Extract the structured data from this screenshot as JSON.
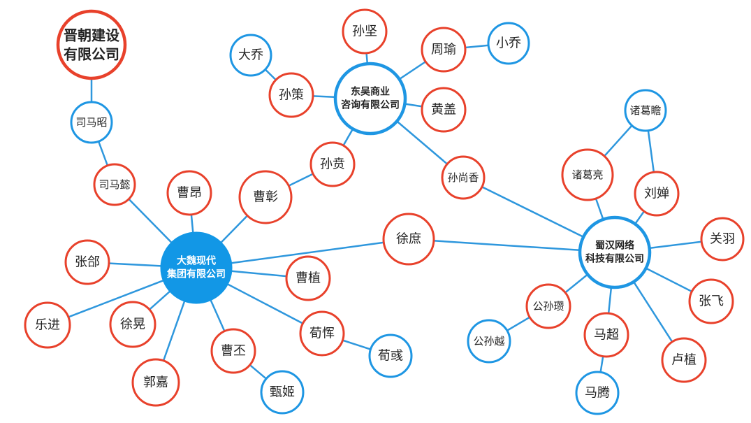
{
  "colors": {
    "red": "#E8412B",
    "blue": "#1E96E3",
    "edge": "#2E97DD",
    "hub_fill": "#1297E6",
    "text": "#222222",
    "hub_text": "#ffffff"
  },
  "nodes": [
    {
      "id": "jin",
      "lines": [
        "晋朝建设",
        "有限公司"
      ],
      "kind": "company-red"
    },
    {
      "id": "wei",
      "lines": [
        "大魏现代",
        "集团有限公司"
      ],
      "kind": "company-hub"
    },
    {
      "id": "wu",
      "lines": [
        "东吴商业",
        "咨询有限公司"
      ],
      "kind": "company-blue"
    },
    {
      "id": "shu",
      "lines": [
        "蜀汉网络",
        "科技有限公司"
      ],
      "kind": "company-blue"
    },
    {
      "id": "simazhao",
      "lines": [
        "司马昭"
      ],
      "kind": "blue"
    },
    {
      "id": "simayi",
      "lines": [
        "司马懿"
      ],
      "kind": "red"
    },
    {
      "id": "caoang",
      "lines": [
        "曹昂"
      ],
      "kind": "red"
    },
    {
      "id": "caozhang",
      "lines": [
        "曹彰"
      ],
      "kind": "red"
    },
    {
      "id": "sunben",
      "lines": [
        "孙贲"
      ],
      "kind": "red"
    },
    {
      "id": "zhanghe",
      "lines": [
        "张郃"
      ],
      "kind": "red"
    },
    {
      "id": "yuejin",
      "lines": [
        "乐进"
      ],
      "kind": "red"
    },
    {
      "id": "xuhuang",
      "lines": [
        "徐晃"
      ],
      "kind": "red"
    },
    {
      "id": "guojia",
      "lines": [
        "郭嘉"
      ],
      "kind": "red"
    },
    {
      "id": "caopi",
      "lines": [
        "曹丕"
      ],
      "kind": "red"
    },
    {
      "id": "zhenji",
      "lines": [
        "甄姬"
      ],
      "kind": "blue"
    },
    {
      "id": "caozhi",
      "lines": [
        "曹植"
      ],
      "kind": "red"
    },
    {
      "id": "xunyu",
      "lines": [
        "荀恽"
      ],
      "kind": "red"
    },
    {
      "id": "xunyu2",
      "lines": [
        "荀彧"
      ],
      "kind": "blue"
    },
    {
      "id": "xushu",
      "lines": [
        "徐庶"
      ],
      "kind": "red"
    },
    {
      "id": "daqiao",
      "lines": [
        "大乔"
      ],
      "kind": "blue"
    },
    {
      "id": "sunce",
      "lines": [
        "孙策"
      ],
      "kind": "red"
    },
    {
      "id": "sunjian",
      "lines": [
        "孙坚"
      ],
      "kind": "red"
    },
    {
      "id": "zhouyu",
      "lines": [
        "周瑜"
      ],
      "kind": "red"
    },
    {
      "id": "xiaoqiao",
      "lines": [
        "小乔"
      ],
      "kind": "blue"
    },
    {
      "id": "huanggai",
      "lines": [
        "黄盖"
      ],
      "kind": "red"
    },
    {
      "id": "sunshangxiang",
      "lines": [
        "孙尚香"
      ],
      "kind": "red"
    },
    {
      "id": "zhugezhan",
      "lines": [
        "诸葛瞻"
      ],
      "kind": "blue"
    },
    {
      "id": "zhugeliang",
      "lines": [
        "诸葛亮"
      ],
      "kind": "red"
    },
    {
      "id": "liushan",
      "lines": [
        "刘婵"
      ],
      "kind": "red"
    },
    {
      "id": "guanyu",
      "lines": [
        "关羽"
      ],
      "kind": "red"
    },
    {
      "id": "zhangfei",
      "lines": [
        "张飞"
      ],
      "kind": "red"
    },
    {
      "id": "luzhi",
      "lines": [
        "卢植"
      ],
      "kind": "red"
    },
    {
      "id": "machao",
      "lines": [
        "马超"
      ],
      "kind": "red"
    },
    {
      "id": "mateng",
      "lines": [
        "马腾"
      ],
      "kind": "blue"
    },
    {
      "id": "gongsunzan",
      "lines": [
        "公孙瓒"
      ],
      "kind": "red"
    },
    {
      "id": "gongsunyue",
      "lines": [
        "公孙越"
      ],
      "kind": "blue"
    }
  ],
  "edges": [
    [
      "jin",
      "simazhao"
    ],
    [
      "simazhao",
      "simayi"
    ],
    [
      "simayi",
      "wei"
    ],
    [
      "caoang",
      "wei"
    ],
    [
      "caozhang",
      "wei"
    ],
    [
      "caozhang",
      "sunben"
    ],
    [
      "sunben",
      "wu"
    ],
    [
      "zhanghe",
      "wei"
    ],
    [
      "yuejin",
      "wei"
    ],
    [
      "xuhuang",
      "wei"
    ],
    [
      "guojia",
      "wei"
    ],
    [
      "caopi",
      "wei"
    ],
    [
      "caopi",
      "zhenji"
    ],
    [
      "caozhi",
      "wei"
    ],
    [
      "xunyu",
      "wei"
    ],
    [
      "xunyu",
      "xunyu2"
    ],
    [
      "wei",
      "xushu"
    ],
    [
      "xushu",
      "shu"
    ],
    [
      "daqiao",
      "sunce"
    ],
    [
      "sunce",
      "wu"
    ],
    [
      "sunjian",
      "wu"
    ],
    [
      "zhouyu",
      "wu"
    ],
    [
      "zhouyu",
      "xiaoqiao"
    ],
    [
      "huanggai",
      "wu"
    ],
    [
      "wu",
      "sunshangxiang"
    ],
    [
      "sunshangxiang",
      "shu"
    ],
    [
      "zhugezhan",
      "zhugeliang"
    ],
    [
      "zhugezhan",
      "liushan"
    ],
    [
      "zhugeliang",
      "shu"
    ],
    [
      "liushan",
      "shu"
    ],
    [
      "guanyu",
      "shu"
    ],
    [
      "zhangfei",
      "shu"
    ],
    [
      "luzhi",
      "shu"
    ],
    [
      "machao",
      "shu"
    ],
    [
      "machao",
      "mateng"
    ],
    [
      "gongsunzan",
      "shu"
    ],
    [
      "gongsunzan",
      "gongsunyue"
    ]
  ]
}
